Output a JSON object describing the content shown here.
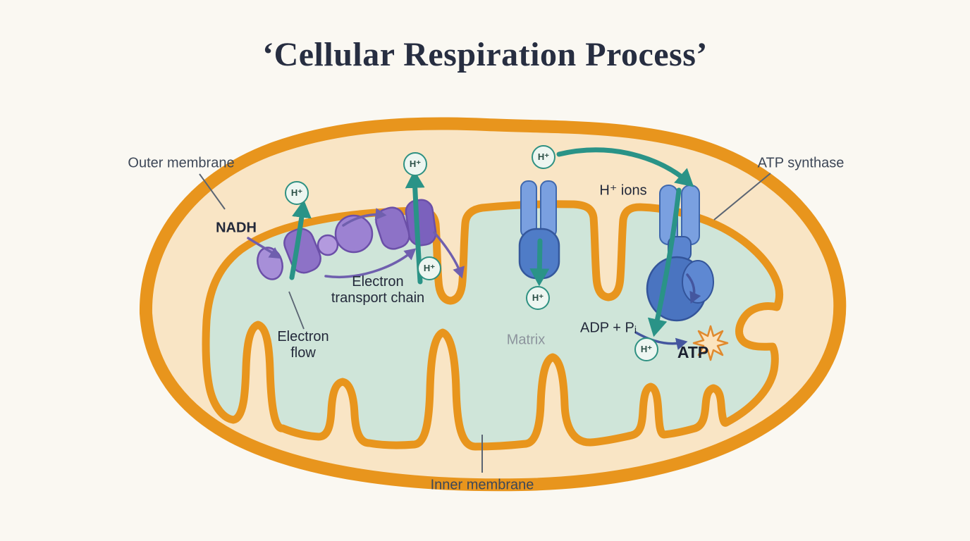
{
  "title": "‘Cellular Respiration Process’",
  "labels": {
    "outer_membrane": "Outer membrane",
    "inner_membrane": "Inner membrane",
    "matrix": "Matrix",
    "nadh": "NADH",
    "electron_transport_chain": "Electron\ntransport chain",
    "electron_flow": "Electron\nflow",
    "atp_synthase": "ATP synthase",
    "h_ions": "H⁺ ions",
    "adp_pi": "ADP + Pᵢ",
    "atp": "ATP",
    "h_plus": "H⁺"
  },
  "colors": {
    "background": "#faf8f2",
    "membrane_orange": "#e8951d",
    "intermembrane_space": "#f9e5c5",
    "matrix_teal": "#cfe5d9",
    "proton_arrow_teal": "#2a9387",
    "etc_purple": "#8d72c7",
    "complex_blue": "#5583cd",
    "title_navy": "#272e41",
    "label_slate": "#3d4757",
    "atp_burst_orange": "#e08a2e"
  }
}
